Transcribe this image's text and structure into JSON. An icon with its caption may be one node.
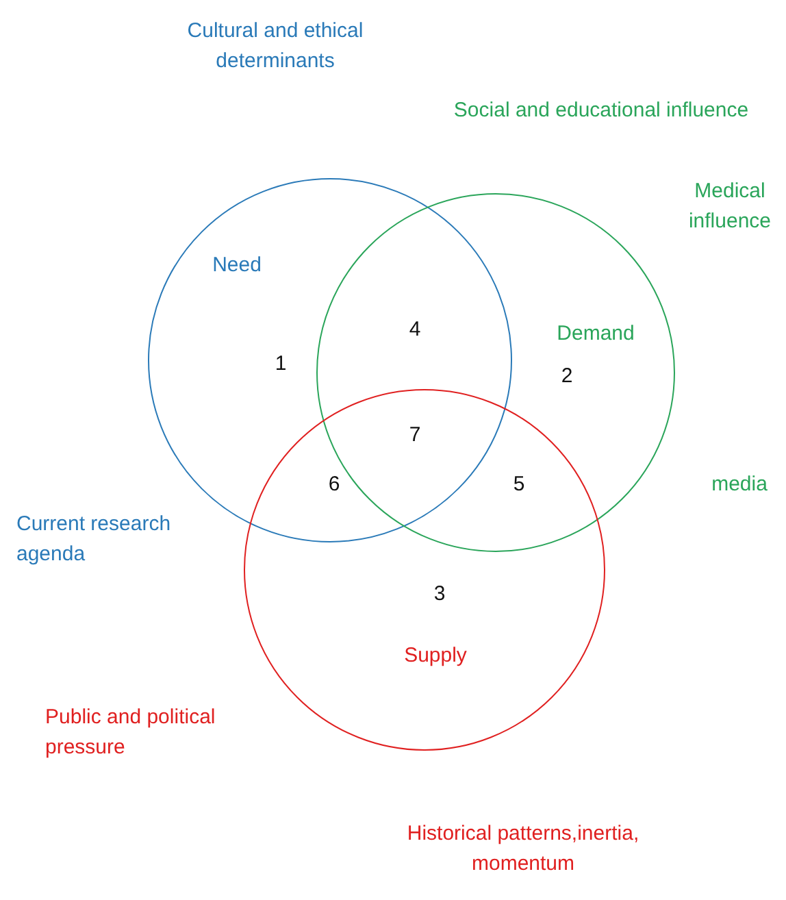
{
  "diagram": {
    "nodes": [
      {
        "text": [
          "Need"
        ]
      },
      {
        "text": [
          "Demand"
        ]
      },
      {
        "text": [
          "Supply"
        ]
      }
    ],
    "labels": [
      "Cultural and ethical determinants",
      "Social and educational influence",
      "Medical influence",
      "4",
      "1",
      "2",
      "7",
      "6",
      "5",
      "media",
      "Current research agenda",
      "3",
      "Public and political pressure",
      "Historical patterns,inertia, momentum"
    ]
  }
}
